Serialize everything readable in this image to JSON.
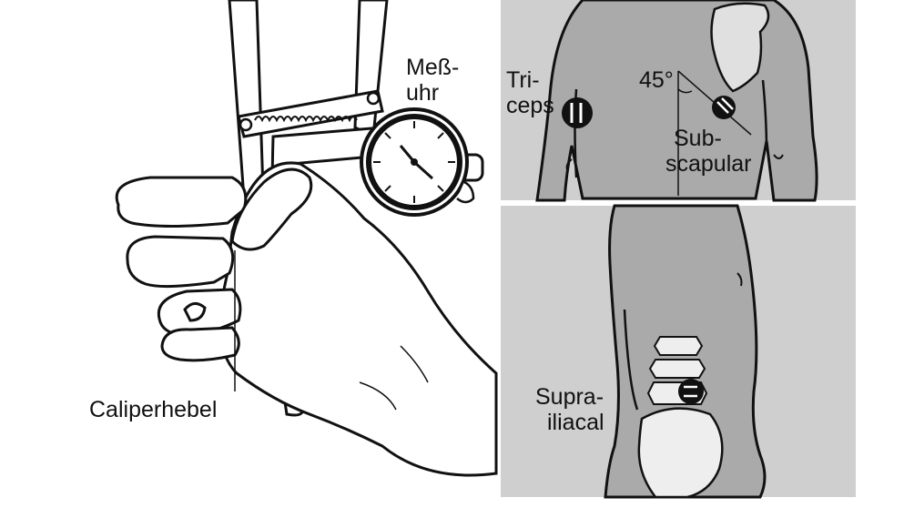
{
  "caliper": {
    "gauge_label_line1": "Meß-",
    "gauge_label_line2": "uhr",
    "lever_label": "Caliperhebel"
  },
  "sites": {
    "triceps_line1": "Tri-",
    "triceps_line2": "ceps",
    "angle": "45°",
    "subscapular_line1": "Sub-",
    "subscapular_line2": "scapular",
    "suprailiacal_line1": "Supra-",
    "suprailiacal_line2": "iliacal"
  },
  "colors": {
    "body_fill": "#aaaaaa",
    "panel_bg": "#cfcfcf",
    "ink": "#111111",
    "skin": "#ffffff"
  },
  "icons": [
    "caliper-device",
    "dial-gauge-icon",
    "hand-illustration",
    "upper-back-illustration",
    "lower-back-illustration",
    "measurement-marker-icon"
  ]
}
